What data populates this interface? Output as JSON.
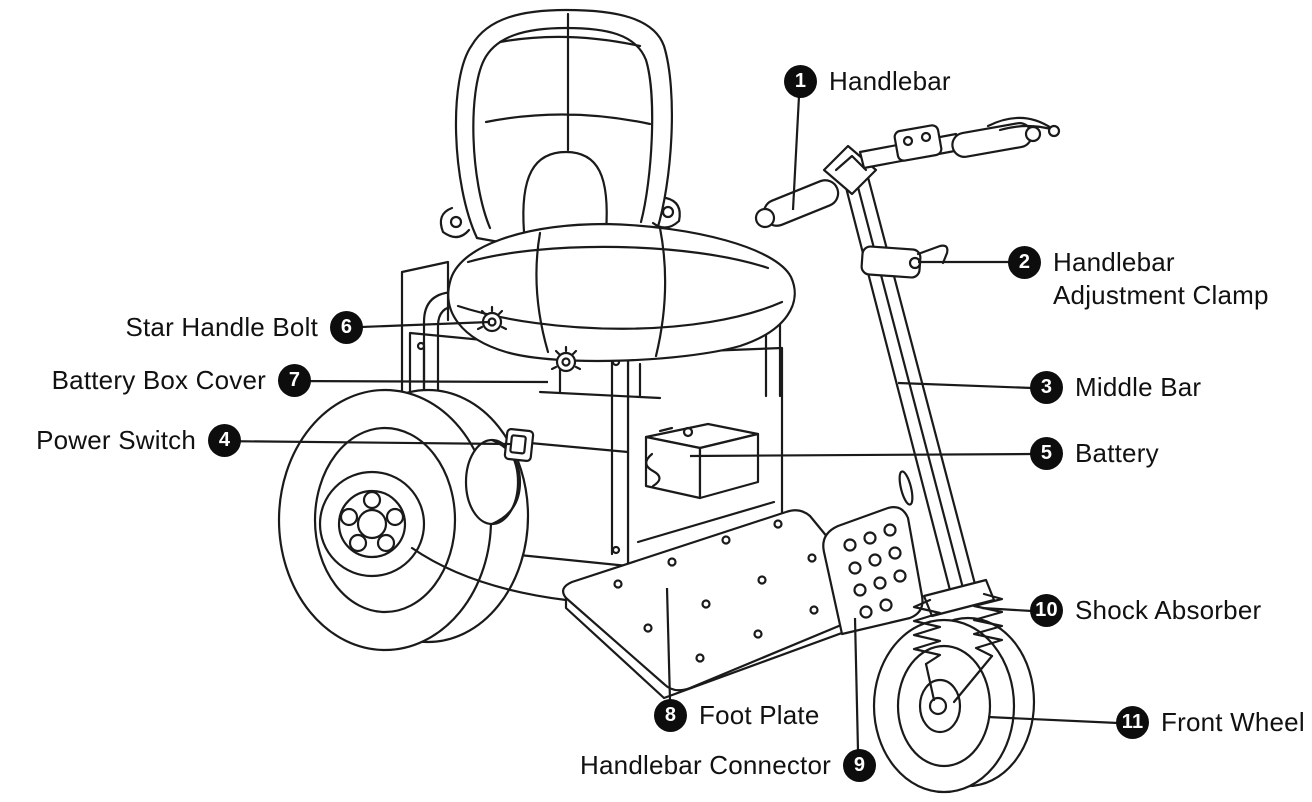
{
  "figure": {
    "type": "parts-diagram",
    "subject": "Mobility scooter parts identification diagram",
    "colors": {
      "ink": "#1a1a1a",
      "badge": "#0d0d0d",
      "badge_text": "#ffffff",
      "bg": "#ffffff"
    },
    "labels": [
      {
        "num": "1",
        "name": "Handlebar"
      },
      {
        "num": "2",
        "name": "Handlebar Adjustment Clamp",
        "lines": [
          "Handlebar",
          "Adjustment Clamp"
        ]
      },
      {
        "num": "3",
        "name": "Middle Bar"
      },
      {
        "num": "4",
        "name": "Power Switch"
      },
      {
        "num": "5",
        "name": "Battery"
      },
      {
        "num": "6",
        "name": "Star Handle Bolt"
      },
      {
        "num": "7",
        "name": "Battery Box Cover"
      },
      {
        "num": "8",
        "name": "Foot Plate"
      },
      {
        "num": "9",
        "name": "Handlebar Connector"
      },
      {
        "num": "10",
        "name": "Shock Absorber"
      },
      {
        "num": "11",
        "name": "Front Wheel"
      }
    ]
  }
}
